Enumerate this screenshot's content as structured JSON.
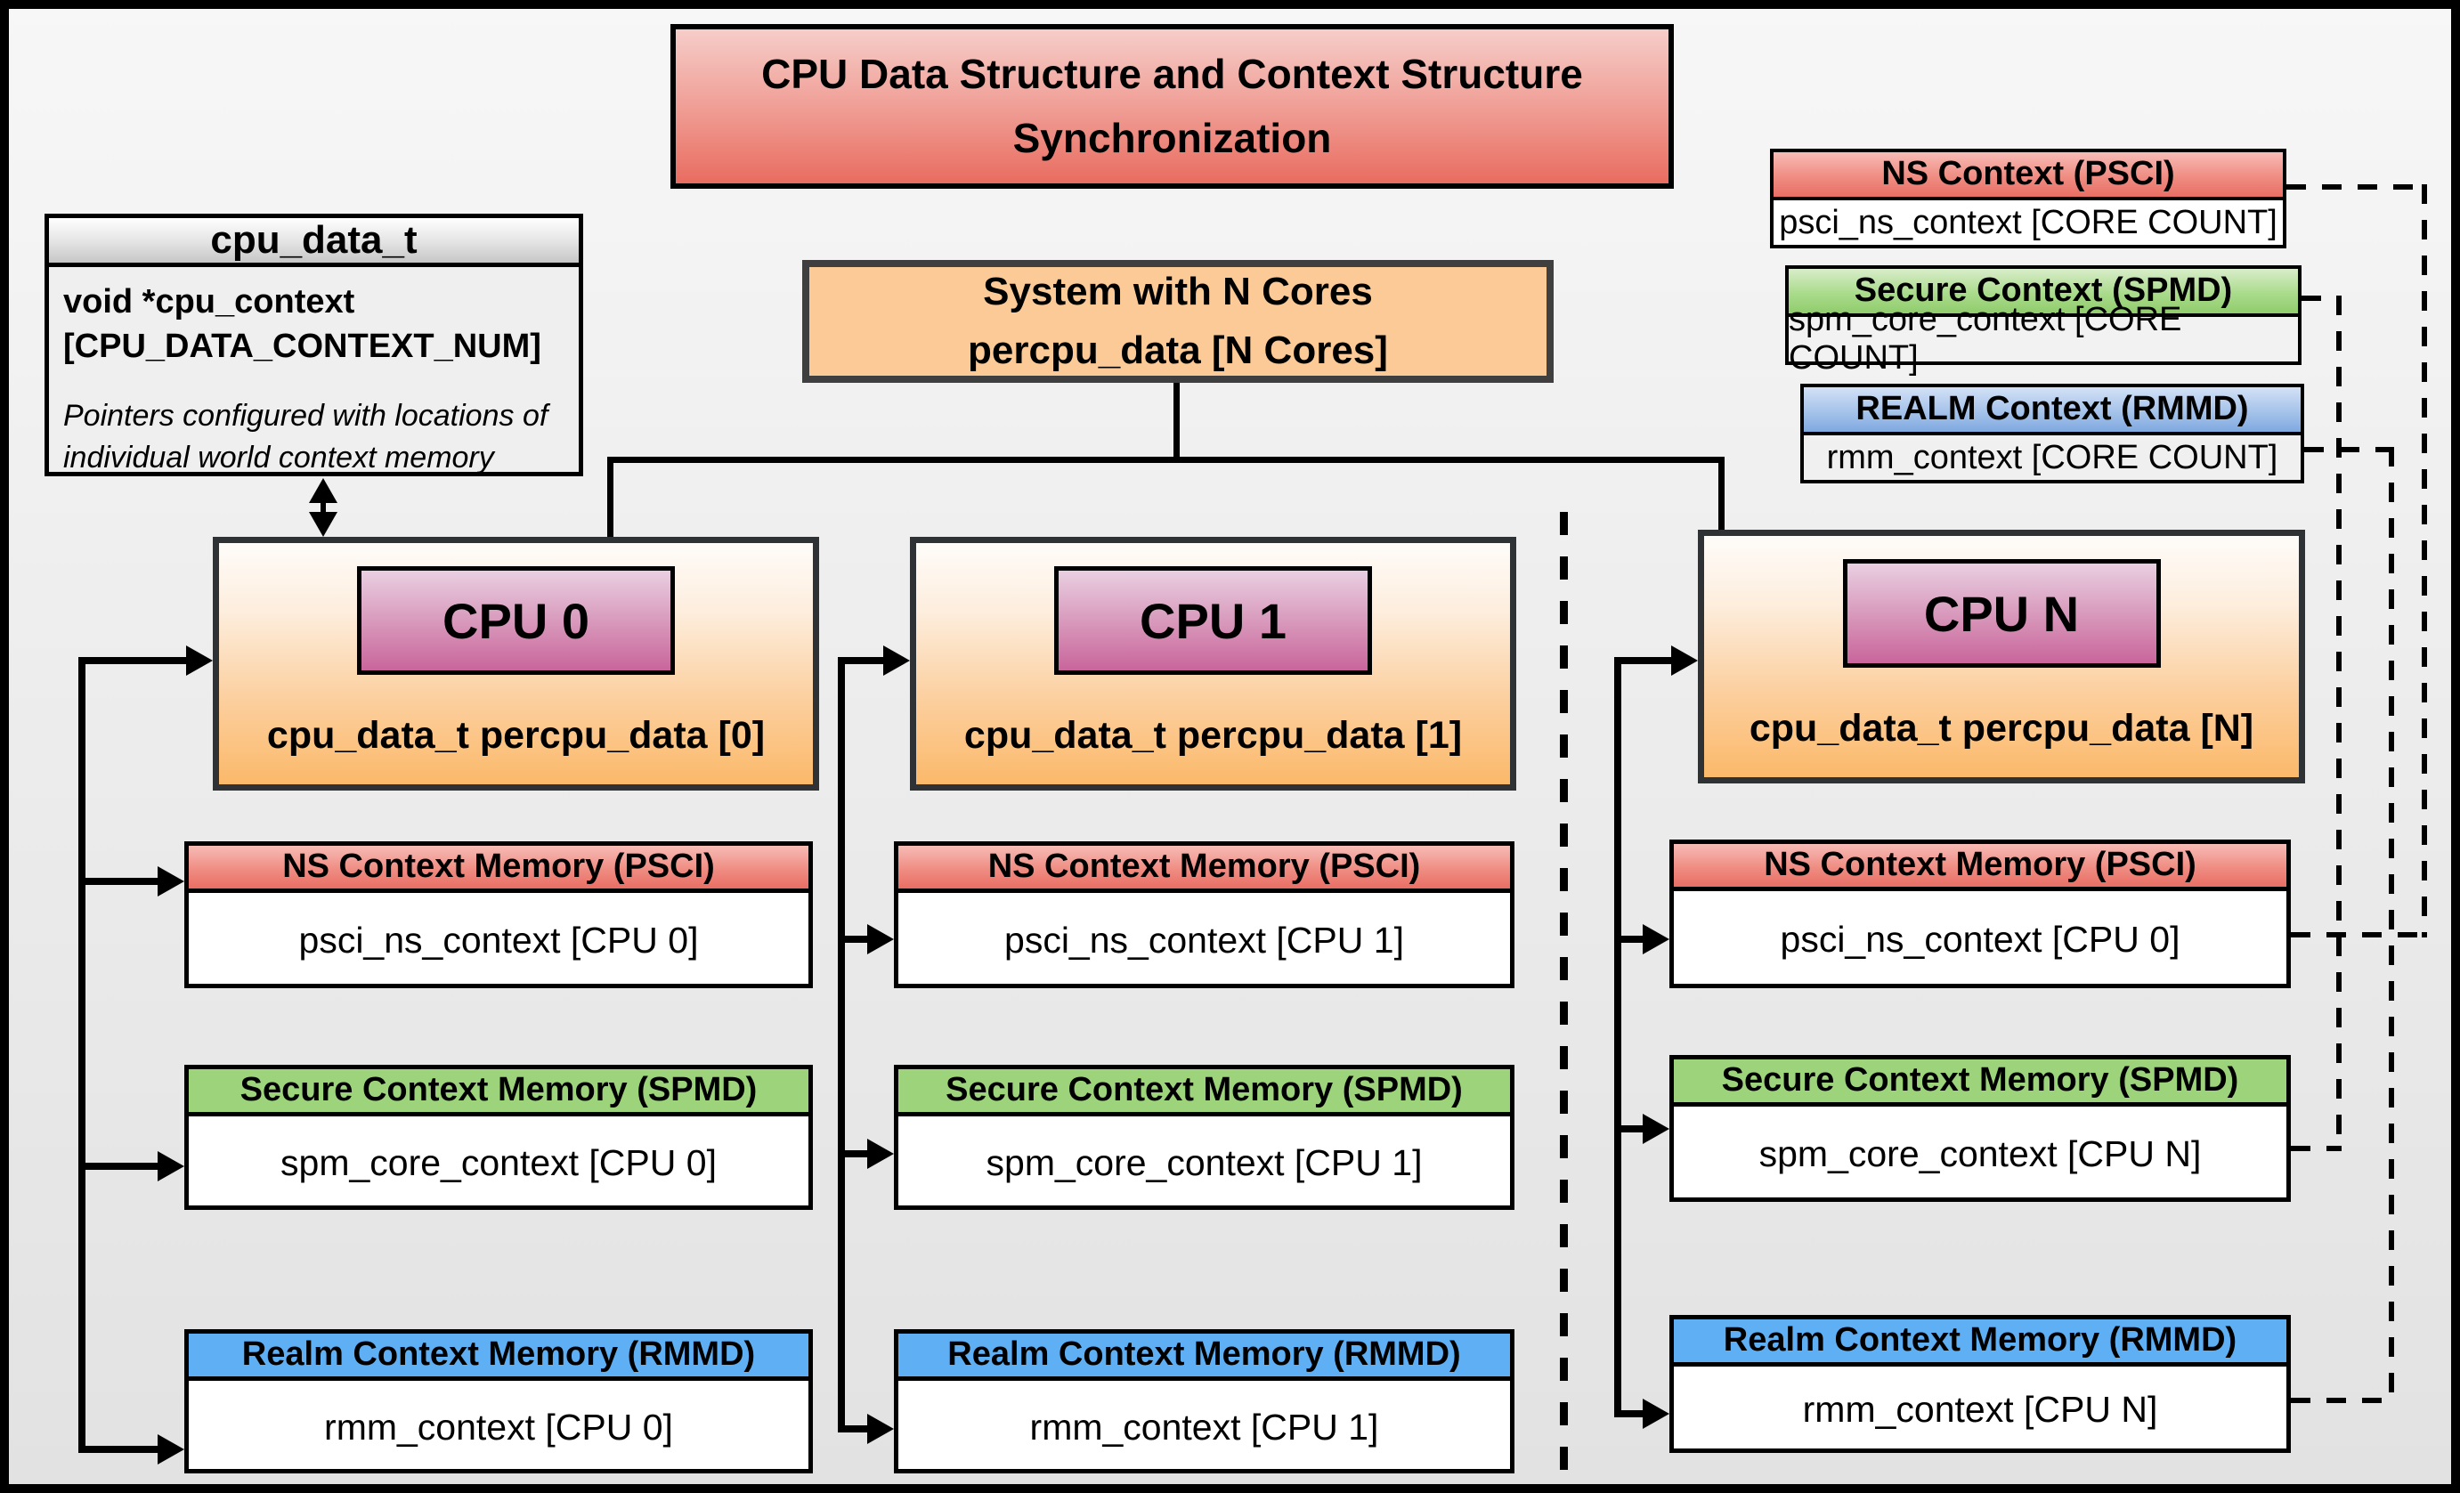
{
  "title": "CPU Data Structure and Context Structure Synchronization",
  "colors": {
    "title_red": "#e96c60",
    "red_header": "#ea7068",
    "green_header": "#94cf72",
    "blue_header": "#5eaff3",
    "orange_cpu_box": "#fbb96a",
    "system_orange": "#fbca96",
    "purple_cpu_label": "#c9659b",
    "gray_struct_header": "#c6c6c6",
    "background": "#ededed"
  },
  "cpu_data_t_box": {
    "header": "cpu_data_t",
    "field": "void  *cpu_context [CPU_DATA_CONTEXT_NUM]",
    "note": "Pointers configured with locations of individual world context memory"
  },
  "system_box": {
    "line1": "System with N Cores",
    "line2": "percpu_data [N Cores]"
  },
  "legend": [
    {
      "header": "NS Context  (PSCI)",
      "body": "psci_ns_context [CORE COUNT]"
    },
    {
      "header": "Secure Context (SPMD)",
      "body": "spm_core_context [CORE COUNT]"
    },
    {
      "header": "REALM Context (RMMD)",
      "body": "rmm_context [CORE COUNT]"
    }
  ],
  "cpus": [
    {
      "label": "CPU 0",
      "data_label": "cpu_data_t percpu_data [0]",
      "ns_header": "NS Context Memory (PSCI)",
      "ns_body": "psci_ns_context [CPU 0]",
      "secure_header": "Secure Context Memory (SPMD)",
      "secure_body": "spm_core_context [CPU 0]",
      "realm_header": "Realm Context Memory (RMMD)",
      "realm_body": "rmm_context [CPU 0]"
    },
    {
      "label": "CPU 1",
      "data_label": "cpu_data_t percpu_data [1]",
      "ns_header": "NS Context Memory (PSCI)",
      "ns_body": "psci_ns_context [CPU 1]",
      "secure_header": "Secure Context Memory (SPMD)",
      "secure_body": "spm_core_context [CPU 1]",
      "realm_header": "Realm Context Memory (RMMD)",
      "realm_body": "rmm_context [CPU 1]"
    },
    {
      "label": "CPU N",
      "data_label": "cpu_data_t percpu_data [N]",
      "ns_header": "NS Context Memory (PSCI)",
      "ns_body": "psci_ns_context [CPU 0]",
      "secure_header": "Secure Context Memory (SPMD)",
      "secure_body": "spm_core_context [CPU N]",
      "realm_header": "Realm Context Memory (RMMD)",
      "realm_body": "rmm_context [CPU N]"
    }
  ]
}
